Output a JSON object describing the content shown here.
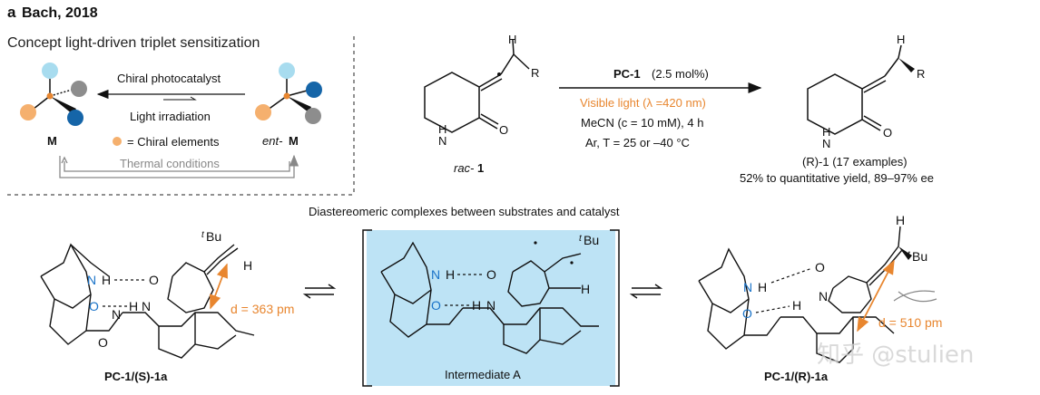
{
  "header": {
    "letter": "a",
    "title": "Bach, 2018",
    "concept": "Concept light-driven triplet sensitization"
  },
  "concept_panel": {
    "label_m": "M",
    "label_ent_prefix": "ent-",
    "label_ent_m": "M",
    "chiral_photocatalyst": "Chiral photocatalyst",
    "light_irradiation": "Light irradiation",
    "chiral_elements": "= Chiral elements",
    "thermal_conditions": "Thermal conditions",
    "colors": {
      "orange": "#f5b06e",
      "lightblue": "#a8dcef",
      "blue": "#1565a8",
      "gray": "#8d8d8d",
      "center": "#e8862f"
    }
  },
  "reaction": {
    "substrate_label_prefix": "rac-",
    "substrate_label_num": "1",
    "catalyst": "PC-1",
    "catalyst_loading": "(2.5 mol%)",
    "light": "Visible light (λ =420 nm)",
    "solvent": "MeCN (c = 10 mM), 4 h",
    "conditions": "Ar, T = 25 or –40 °C",
    "product_label": "(R)-1 (17 examples)",
    "yield": "52% to quantitative yield, 89–97% ee",
    "atoms": {
      "H": "H",
      "R": "R",
      "N": "N",
      "O": "O"
    }
  },
  "complexes": {
    "heading": "Diastereomeric complexes between substrates and catalyst",
    "left_label": "PC-1/(S)-1a",
    "left_distance": "d = 363 pm",
    "middle_label": "Intermediate A",
    "right_label": "PC-1/(R)-1a",
    "right_distance": "d = 510 pm",
    "tbu": "Bu",
    "tbu_sup": "t",
    "highlight_color": "#bde3f5"
  },
  "watermark": "知乎 @stulien"
}
